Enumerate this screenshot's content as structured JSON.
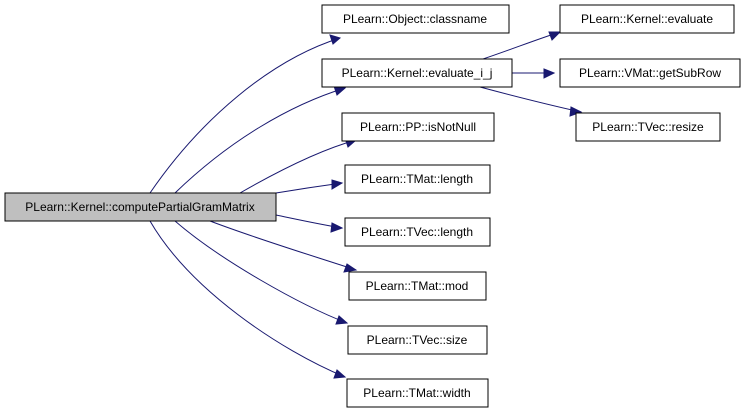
{
  "colors": {
    "edge": "#191970",
    "node_fill": "#ffffff",
    "root_fill": "#bfbfbf",
    "node_border": "#000000"
  },
  "nodes": {
    "root": "PLearn::Kernel::computePartialGramMatrix",
    "object_classname": "PLearn::Object::classname",
    "kernel_evaluate_i_j": "PLearn::Kernel::evaluate_i_j",
    "kernel_evaluate": "PLearn::Kernel::evaluate",
    "vmat_getsubrow": "PLearn::VMat::getSubRow",
    "tvec_resize": "PLearn::TVec::resize",
    "pp_isnotnull": "PLearn::PP::isNotNull",
    "tmat_length": "PLearn::TMat::length",
    "tvec_length": "PLearn::TVec::length",
    "tmat_mod": "PLearn::TMat::mod",
    "tvec_size": "PLearn::TVec::size",
    "tmat_width": "PLearn::TMat::width"
  }
}
